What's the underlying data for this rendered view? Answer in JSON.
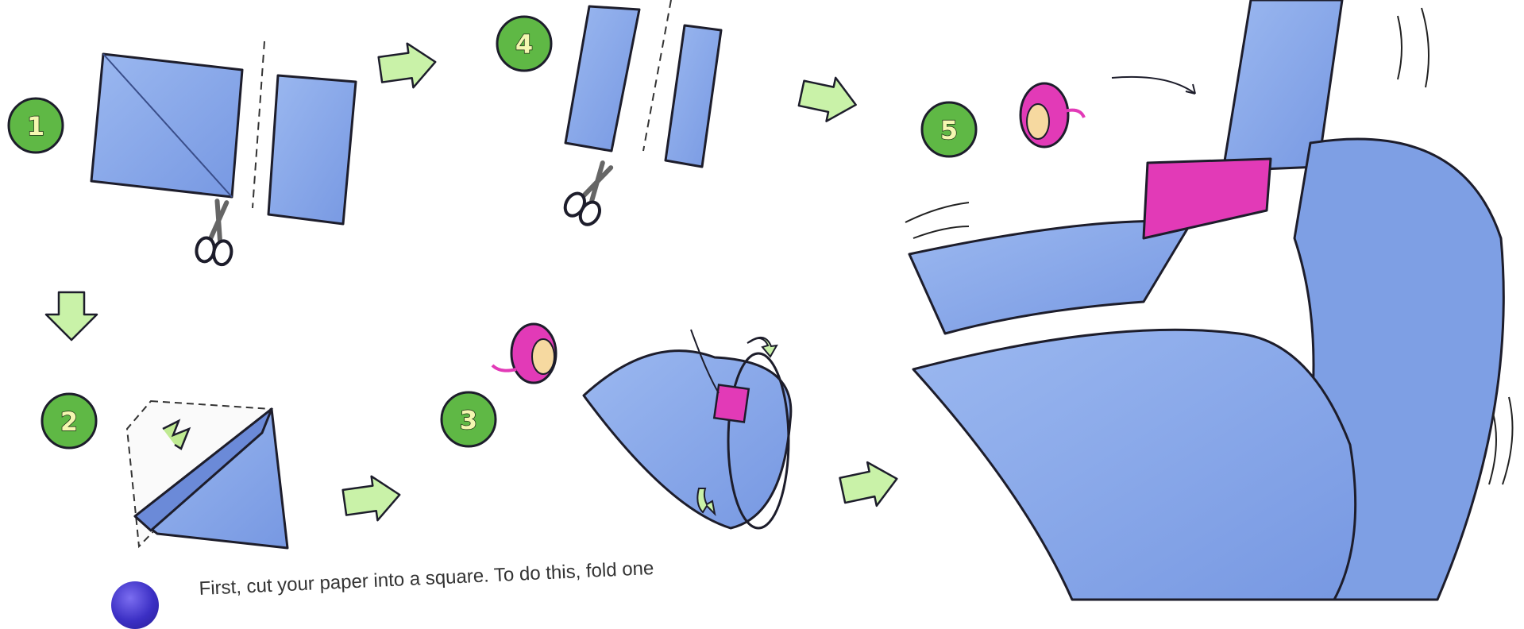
{
  "steps": [
    {
      "number": "1"
    },
    {
      "number": "2"
    },
    {
      "number": "3"
    },
    {
      "number": "4"
    },
    {
      "number": "5"
    }
  ],
  "instruction_text": "First, cut your paper into a square. To do this, fold one",
  "colors": {
    "paper_blue": "#86a7ea",
    "badge_green": "#5fb845",
    "arrow_green": "#c9f2a8",
    "tape_pink": "#e23ab7",
    "outline": "#1d1d2b",
    "bullet_purple": "#3b2fc4"
  },
  "icons": [
    "scissors-icon",
    "tape-roll-icon",
    "arrow-right-icon",
    "arrow-down-icon",
    "curved-arrow-icon"
  ]
}
